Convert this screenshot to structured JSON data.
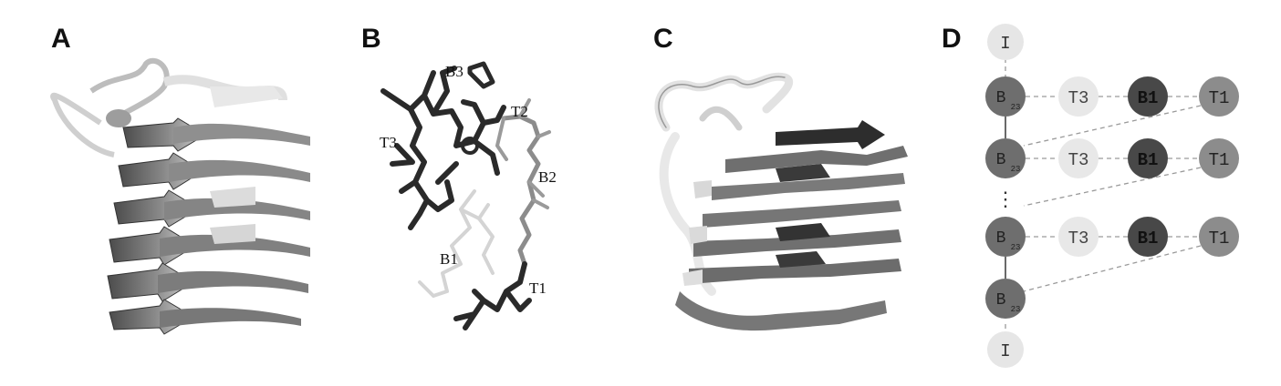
{
  "panels": [
    {
      "label": "A"
    },
    {
      "label": "B"
    },
    {
      "label": "C"
    },
    {
      "label": "D"
    }
  ],
  "panel_b": {
    "labels": [
      "B3",
      "T2",
      "T3",
      "B2",
      "B1",
      "T1"
    ]
  },
  "panel_d": {
    "top_node": "I",
    "bottom_node": "I",
    "row_left": "B",
    "row_left_sub": "23",
    "row_nodes": [
      "T3",
      "B1",
      "T1"
    ],
    "ellipsis": "⋮"
  },
  "colors": {
    "dark": "#4a4a4a",
    "mid": "#7a7a7a",
    "light": "#e6e6e6",
    "strand_dark": "#555555",
    "strand_light": "#d9d9d9"
  }
}
